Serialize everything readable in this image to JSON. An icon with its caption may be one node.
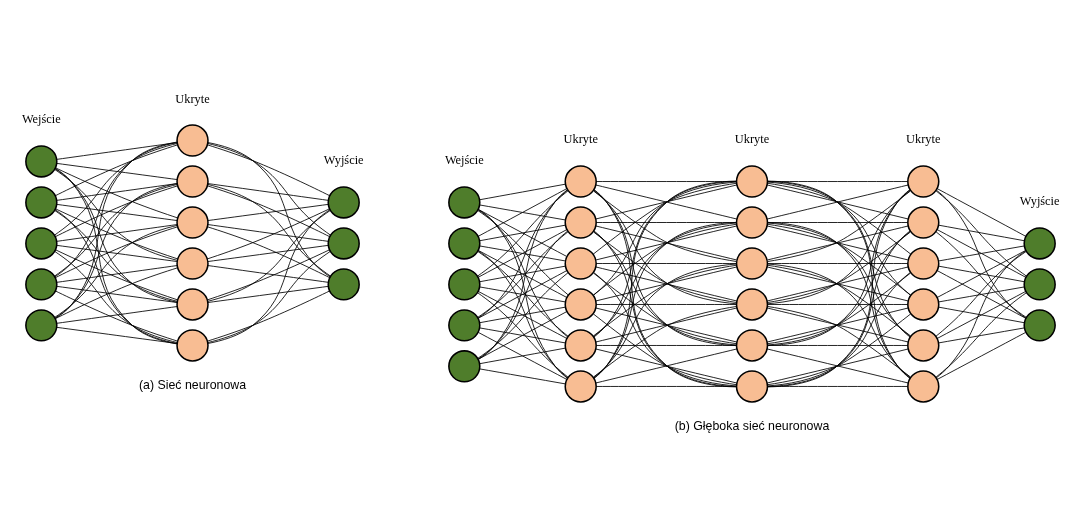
{
  "diagram": {
    "nodes": [
      {
        "text": [],
        "shape": "circle"
      },
      {
        "text": [],
        "shape": "circle"
      },
      {
        "text": [],
        "shape": "circle"
      },
      {
        "text": [],
        "shape": "circle"
      },
      {
        "text": [],
        "shape": "circle"
      },
      {
        "text": [],
        "shape": "circle"
      },
      {
        "text": [],
        "shape": "circle"
      },
      {
        "text": [],
        "shape": "circle"
      },
      {
        "text": [],
        "shape": "circle"
      },
      {
        "text": [],
        "shape": "circle"
      },
      {
        "text": [],
        "shape": "circle"
      },
      {
        "text": [],
        "shape": "circle"
      },
      {
        "text": [],
        "shape": "circle"
      },
      {
        "text": [],
        "shape": "circle"
      },
      {
        "text": [],
        "shape": "circle"
      },
      {
        "text": [],
        "shape": "circle"
      },
      {
        "text": [],
        "shape": "circle"
      },
      {
        "text": [],
        "shape": "circle"
      },
      {
        "text": [],
        "shape": "circle"
      },
      {
        "text": [],
        "shape": "circle"
      },
      {
        "text": [],
        "shape": "circle"
      },
      {
        "text": [],
        "shape": "circle"
      },
      {
        "text": [],
        "shape": "circle"
      },
      {
        "text": [],
        "shape": "circle"
      },
      {
        "text": [],
        "shape": "circle"
      },
      {
        "text": [],
        "shape": "circle"
      },
      {
        "text": [],
        "shape": "circle"
      },
      {
        "text": [],
        "shape": "circle"
      },
      {
        "text": [],
        "shape": "circle"
      },
      {
        "text": [],
        "shape": "circle"
      },
      {
        "text": [],
        "shape": "circle"
      },
      {
        "text": [],
        "shape": "circle"
      },
      {
        "text": [],
        "shape": "circle"
      },
      {
        "text": [],
        "shape": "circle"
      },
      {
        "text": [],
        "shape": "circle"
      },
      {
        "text": [],
        "shape": "circle"
      },
      {
        "text": [],
        "shape": "circle"
      },
      {
        "text": [],
        "shape": "circle"
      },
      {
        "text": [],
        "shape": "circle"
      },
      {
        "text": [],
        "shape": "circle"
      }
    ],
    "edges": [
      {
        "from": 0,
        "to": 5,
        "arrow": "none"
      },
      {
        "from": 0,
        "to": 6,
        "arrow": "none"
      },
      {
        "from": 0,
        "to": 7,
        "arrow": "none"
      },
      {
        "from": 0,
        "to": 8,
        "arrow": "none"
      },
      {
        "from": 0,
        "to": 9,
        "arrow": "none"
      },
      {
        "from": 0,
        "to": 10,
        "arrow": "none"
      },
      {
        "from": 1,
        "to": 5,
        "arrow": "none"
      },
      {
        "from": 1,
        "to": 6,
        "arrow": "none"
      },
      {
        "from": 1,
        "to": 7,
        "arrow": "none"
      },
      {
        "from": 1,
        "to": 8,
        "arrow": "none"
      },
      {
        "from": 1,
        "to": 9,
        "arrow": "none"
      },
      {
        "from": 1,
        "to": 10,
        "arrow": "none"
      },
      {
        "from": 2,
        "to": 5,
        "arrow": "none"
      },
      {
        "from": 2,
        "to": 6,
        "arrow": "none"
      },
      {
        "from": 2,
        "to": 7,
        "arrow": "none"
      },
      {
        "from": 2,
        "to": 8,
        "arrow": "none"
      },
      {
        "from": 2,
        "to": 9,
        "arrow": "none"
      },
      {
        "from": 2,
        "to": 10,
        "arrow": "none"
      },
      {
        "from": 3,
        "to": 5,
        "arrow": "none"
      },
      {
        "from": 3,
        "to": 6,
        "arrow": "none"
      },
      {
        "from": 3,
        "to": 7,
        "arrow": "none"
      },
      {
        "from": 3,
        "to": 8,
        "arrow": "none"
      },
      {
        "from": 3,
        "to": 9,
        "arrow": "none"
      },
      {
        "from": 3,
        "to": 10,
        "arrow": "none"
      },
      {
        "from": 4,
        "to": 5,
        "arrow": "none"
      },
      {
        "from": 4,
        "to": 6,
        "arrow": "none"
      },
      {
        "from": 4,
        "to": 7,
        "arrow": "none"
      },
      {
        "from": 4,
        "to": 8,
        "arrow": "none"
      },
      {
        "from": 4,
        "to": 9,
        "arrow": "none"
      },
      {
        "from": 4,
        "to": 10,
        "arrow": "none"
      },
      {
        "from": 5,
        "to": 11,
        "arrow": "none"
      },
      {
        "from": 5,
        "to": 12,
        "arrow": "none"
      },
      {
        "from": 5,
        "to": 13,
        "arrow": "none"
      },
      {
        "from": 6,
        "to": 11,
        "arrow": "none"
      },
      {
        "from": 6,
        "to": 12,
        "arrow": "none"
      },
      {
        "from": 6,
        "to": 13,
        "arrow": "none"
      },
      {
        "from": 7,
        "to": 11,
        "arrow": "none"
      },
      {
        "from": 7,
        "to": 12,
        "arrow": "none"
      },
      {
        "from": 7,
        "to": 13,
        "arrow": "none"
      },
      {
        "from": 8,
        "to": 11,
        "arrow": "none"
      },
      {
        "from": 8,
        "to": 12,
        "arrow": "none"
      },
      {
        "from": 8,
        "to": 13,
        "arrow": "none"
      },
      {
        "from": 9,
        "to": 11,
        "arrow": "none"
      },
      {
        "from": 9,
        "to": 12,
        "arrow": "none"
      },
      {
        "from": 9,
        "to": 13,
        "arrow": "none"
      },
      {
        "from": 10,
        "to": 11,
        "arrow": "none"
      },
      {
        "from": 10,
        "to": 12,
        "arrow": "none"
      },
      {
        "from": 10,
        "to": 13,
        "arrow": "none"
      },
      {
        "from": 14,
        "to": 19,
        "arrow": "none"
      },
      {
        "from": 14,
        "to": 20,
        "arrow": "none"
      },
      {
        "from": 14,
        "to": 21,
        "arrow": "none"
      },
      {
        "from": 14,
        "to": 22,
        "arrow": "none"
      },
      {
        "from": 14,
        "to": 23,
        "arrow": "none"
      },
      {
        "from": 14,
        "to": 24,
        "arrow": "none"
      },
      {
        "from": 15,
        "to": 19,
        "arrow": "none"
      },
      {
        "from": 15,
        "to": 20,
        "arrow": "none"
      },
      {
        "from": 15,
        "to": 21,
        "arrow": "none"
      },
      {
        "from": 15,
        "to": 22,
        "arrow": "none"
      },
      {
        "from": 15,
        "to": 23,
        "arrow": "none"
      },
      {
        "from": 15,
        "to": 24,
        "arrow": "none"
      },
      {
        "from": 16,
        "to": 19,
        "arrow": "none"
      },
      {
        "from": 16,
        "to": 20,
        "arrow": "none"
      },
      {
        "from": 16,
        "to": 21,
        "arrow": "none"
      },
      {
        "from": 16,
        "to": 22,
        "arrow": "none"
      },
      {
        "from": 16,
        "to": 23,
        "arrow": "none"
      },
      {
        "from": 16,
        "to": 24,
        "arrow": "none"
      },
      {
        "from": 17,
        "to": 19,
        "arrow": "none"
      },
      {
        "from": 17,
        "to": 20,
        "arrow": "none"
      },
      {
        "from": 17,
        "to": 21,
        "arrow": "none"
      },
      {
        "from": 17,
        "to": 22,
        "arrow": "none"
      },
      {
        "from": 17,
        "to": 23,
        "arrow": "none"
      },
      {
        "from": 17,
        "to": 24,
        "arrow": "none"
      },
      {
        "from": 18,
        "to": 19,
        "arrow": "none"
      },
      {
        "from": 18,
        "to": 20,
        "arrow": "none"
      },
      {
        "from": 18,
        "to": 21,
        "arrow": "none"
      },
      {
        "from": 18,
        "to": 22,
        "arrow": "none"
      },
      {
        "from": 18,
        "to": 23,
        "arrow": "none"
      },
      {
        "from": 18,
        "to": 24,
        "arrow": "none"
      },
      {
        "from": 19,
        "to": 25,
        "arrow": "none"
      },
      {
        "from": 19,
        "to": 26,
        "arrow": "none"
      },
      {
        "from": 19,
        "to": 27,
        "arrow": "none"
      },
      {
        "from": 19,
        "to": 28,
        "arrow": "none"
      },
      {
        "from": 19,
        "to": 29,
        "arrow": "none"
      },
      {
        "from": 19,
        "to": 30,
        "arrow": "none"
      },
      {
        "from": 20,
        "to": 25,
        "arrow": "none"
      },
      {
        "from": 20,
        "to": 26,
        "arrow": "none"
      },
      {
        "from": 20,
        "to": 27,
        "arrow": "none"
      },
      {
        "from": 20,
        "to": 28,
        "arrow": "none"
      },
      {
        "from": 20,
        "to": 29,
        "arrow": "none"
      },
      {
        "from": 20,
        "to": 30,
        "arrow": "none"
      },
      {
        "from": 21,
        "to": 25,
        "arrow": "none"
      },
      {
        "from": 21,
        "to": 26,
        "arrow": "none"
      },
      {
        "from": 21,
        "to": 27,
        "arrow": "none"
      },
      {
        "from": 21,
        "to": 28,
        "arrow": "none"
      },
      {
        "from": 21,
        "to": 29,
        "arrow": "none"
      },
      {
        "from": 21,
        "to": 30,
        "arrow": "none"
      },
      {
        "from": 22,
        "to": 25,
        "arrow": "none"
      },
      {
        "from": 22,
        "to": 26,
        "arrow": "none"
      },
      {
        "from": 22,
        "to": 27,
        "arrow": "none"
      },
      {
        "from": 22,
        "to": 28,
        "arrow": "none"
      },
      {
        "from": 22,
        "to": 29,
        "arrow": "none"
      },
      {
        "from": 22,
        "to": 30,
        "arrow": "none"
      },
      {
        "from": 23,
        "to": 25,
        "arrow": "none"
      },
      {
        "from": 23,
        "to": 26,
        "arrow": "none"
      },
      {
        "from": 23,
        "to": 27,
        "arrow": "none"
      },
      {
        "from": 23,
        "to": 28,
        "arrow": "none"
      },
      {
        "from": 23,
        "to": 29,
        "arrow": "none"
      },
      {
        "from": 23,
        "to": 30,
        "arrow": "none"
      },
      {
        "from": 24,
        "to": 25,
        "arrow": "none"
      },
      {
        "from": 24,
        "to": 26,
        "arrow": "none"
      },
      {
        "from": 24,
        "to": 27,
        "arrow": "none"
      },
      {
        "from": 24,
        "to": 28,
        "arrow": "none"
      },
      {
        "from": 24,
        "to": 29,
        "arrow": "none"
      },
      {
        "from": 24,
        "to": 30,
        "arrow": "none"
      },
      {
        "from": 25,
        "to": 31,
        "arrow": "none"
      },
      {
        "from": 25,
        "to": 32,
        "arrow": "none"
      },
      {
        "from": 25,
        "to": 33,
        "arrow": "none"
      },
      {
        "from": 25,
        "to": 34,
        "arrow": "none"
      },
      {
        "from": 25,
        "to": 35,
        "arrow": "none"
      },
      {
        "from": 25,
        "to": 36,
        "arrow": "none"
      },
      {
        "from": 26,
        "to": 31,
        "arrow": "none"
      },
      {
        "from": 26,
        "to": 32,
        "arrow": "none"
      },
      {
        "from": 26,
        "to": 33,
        "arrow": "none"
      },
      {
        "from": 26,
        "to": 34,
        "arrow": "none"
      },
      {
        "from": 26,
        "to": 35,
        "arrow": "none"
      },
      {
        "from": 26,
        "to": 36,
        "arrow": "none"
      },
      {
        "from": 27,
        "to": 31,
        "arrow": "none"
      },
      {
        "from": 27,
        "to": 32,
        "arrow": "none"
      },
      {
        "from": 27,
        "to": 33,
        "arrow": "none"
      },
      {
        "from": 27,
        "to": 34,
        "arrow": "none"
      },
      {
        "from": 27,
        "to": 35,
        "arrow": "none"
      },
      {
        "from": 27,
        "to": 36,
        "arrow": "none"
      },
      {
        "from": 28,
        "to": 31,
        "arrow": "none"
      },
      {
        "from": 28,
        "to": 32,
        "arrow": "none"
      },
      {
        "from": 28,
        "to": 33,
        "arrow": "none"
      },
      {
        "from": 28,
        "to": 34,
        "arrow": "none"
      },
      {
        "from": 28,
        "to": 35,
        "arrow": "none"
      },
      {
        "from": 28,
        "to": 36,
        "arrow": "none"
      },
      {
        "from": 29,
        "to": 31,
        "arrow": "none"
      },
      {
        "from": 29,
        "to": 32,
        "arrow": "none"
      },
      {
        "from": 29,
        "to": 33,
        "arrow": "none"
      },
      {
        "from": 29,
        "to": 34,
        "arrow": "none"
      },
      {
        "from": 29,
        "to": 35,
        "arrow": "none"
      },
      {
        "from": 29,
        "to": 36,
        "arrow": "none"
      },
      {
        "from": 30,
        "to": 31,
        "arrow": "none"
      },
      {
        "from": 30,
        "to": 32,
        "arrow": "none"
      },
      {
        "from": 30,
        "to": 33,
        "arrow": "none"
      },
      {
        "from": 30,
        "to": 34,
        "arrow": "none"
      },
      {
        "from": 30,
        "to": 35,
        "arrow": "none"
      },
      {
        "from": 30,
        "to": 36,
        "arrow": "none"
      },
      {
        "from": 31,
        "to": 37,
        "arrow": "none"
      },
      {
        "from": 31,
        "to": 38,
        "arrow": "none"
      },
      {
        "from": 31,
        "to": 39,
        "arrow": "none"
      },
      {
        "from": 32,
        "to": 37,
        "arrow": "none"
      },
      {
        "from": 32,
        "to": 38,
        "arrow": "none"
      },
      {
        "from": 32,
        "to": 39,
        "arrow": "none"
      },
      {
        "from": 33,
        "to": 37,
        "arrow": "none"
      },
      {
        "from": 33,
        "to": 38,
        "arrow": "none"
      },
      {
        "from": 33,
        "to": 39,
        "arrow": "none"
      },
      {
        "from": 34,
        "to": 37,
        "arrow": "none"
      },
      {
        "from": 34,
        "to": 38,
        "arrow": "none"
      },
      {
        "from": 34,
        "to": 39,
        "arrow": "none"
      },
      {
        "from": 35,
        "to": 37,
        "arrow": "none"
      },
      {
        "from": 35,
        "to": 38,
        "arrow": "none"
      },
      {
        "from": 35,
        "to": 39,
        "arrow": "none"
      },
      {
        "from": 36,
        "to": 37,
        "arrow": "none"
      },
      {
        "from": 36,
        "to": 38,
        "arrow": "none"
      },
      {
        "from": 36,
        "to": 39,
        "arrow": "none"
      }
    ],
    "labels": [
      "Wejście",
      "Ukryte",
      "Wyjście",
      "Wejście",
      "Ukryte",
      "Ukryte",
      "Ukryte",
      "Wyjście",
      "(a) Sieć neuronowa",
      "(b) Głęboka sieć neuronowa"
    ]
  }
}
